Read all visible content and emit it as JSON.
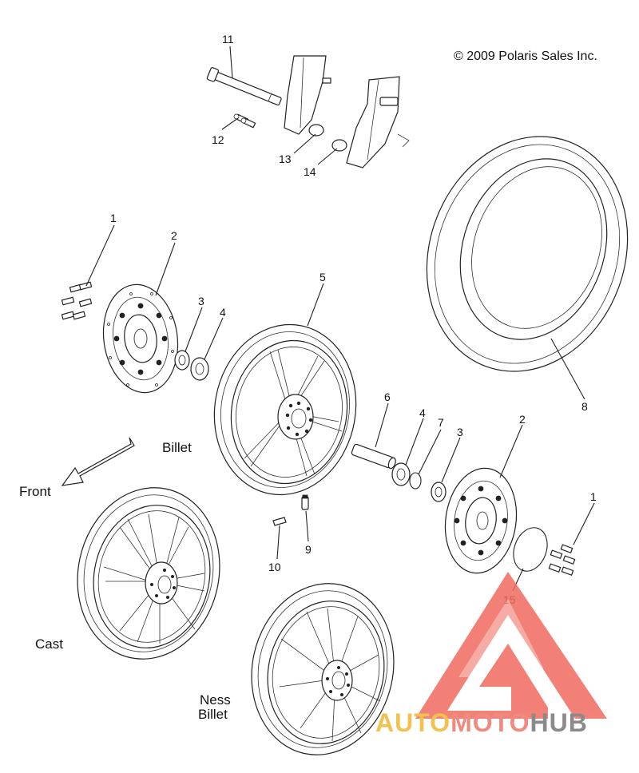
{
  "copyright": "© 2009 Polaris Sales Inc.",
  "labels": {
    "front": "Front",
    "billet": "Billet",
    "cast": "Cast",
    "ness_line1": "Ness",
    "ness_line2": "Billet"
  },
  "callouts": {
    "c1a": "1",
    "c1b": "1",
    "c2a": "2",
    "c2b": "2",
    "c3a": "3",
    "c3b": "3",
    "c4a": "4",
    "c4b": "4",
    "c5": "5",
    "c6": "6",
    "c7": "7",
    "c8": "8",
    "c9": "9",
    "c10": "10",
    "c11": "11",
    "c12": "12",
    "c13": "13",
    "c14": "14",
    "c15": "15"
  },
  "watermark": {
    "part1": "AUTO",
    "part2": "MOTO",
    "part3": "HUB",
    "colors": {
      "auto": "#f2c14e",
      "moto": "#f08a7e",
      "hub": "#8a8a8a",
      "logo": "#f06b5f"
    }
  }
}
